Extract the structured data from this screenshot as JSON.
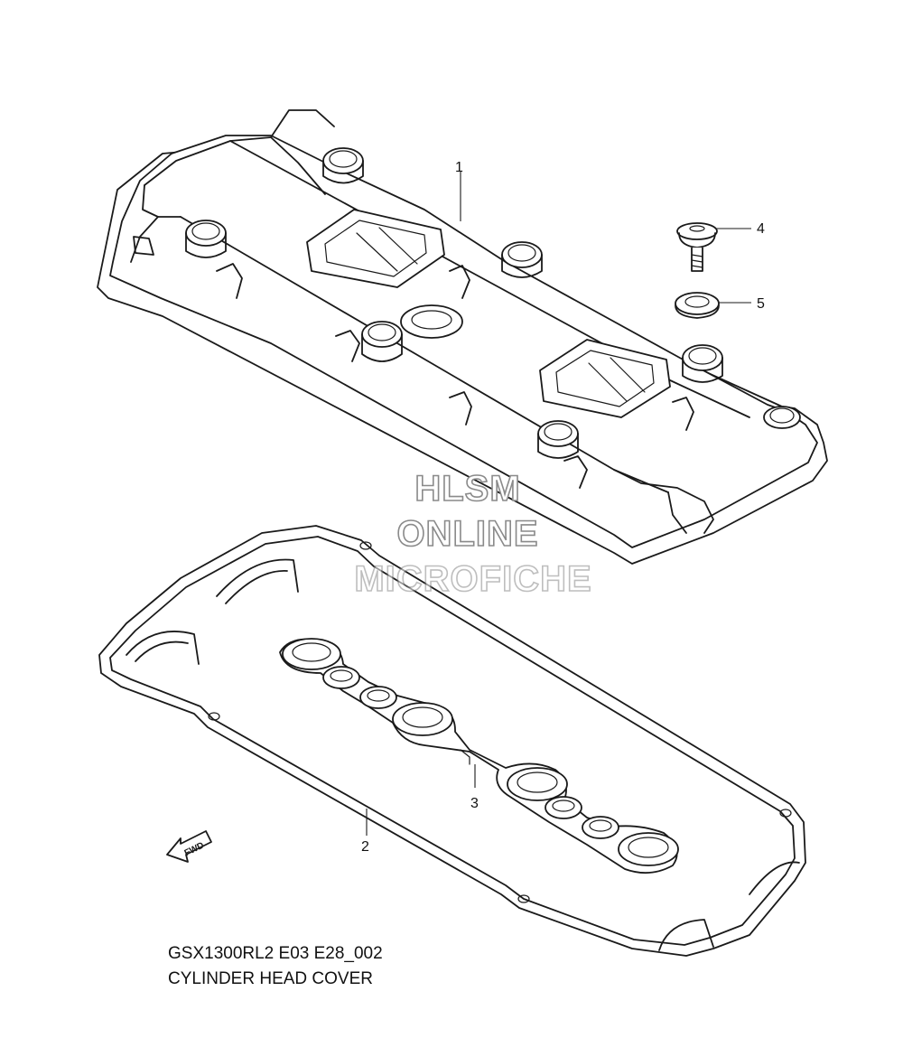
{
  "diagram": {
    "callouts": [
      {
        "id": "1",
        "label": "1"
      },
      {
        "id": "2",
        "label": "2"
      },
      {
        "id": "3",
        "label": "3"
      },
      {
        "id": "4",
        "label": "4"
      },
      {
        "id": "5",
        "label": "5"
      }
    ],
    "watermark": {
      "line1": "HLSM",
      "line2": "ONLINE",
      "line3": "MICROFICHE"
    },
    "fwd_arrow_label": "FWD",
    "caption": {
      "model_code": "GSX1300RL2 E03 E28_002",
      "title": "CYLINDER HEAD COVER"
    }
  },
  "icons": {
    "direction_arrow": "fwd-arrow-icon"
  },
  "colors": {
    "line": "#1a1a1a",
    "watermark_outline": "#8a8a8a",
    "background": "#ffffff"
  }
}
